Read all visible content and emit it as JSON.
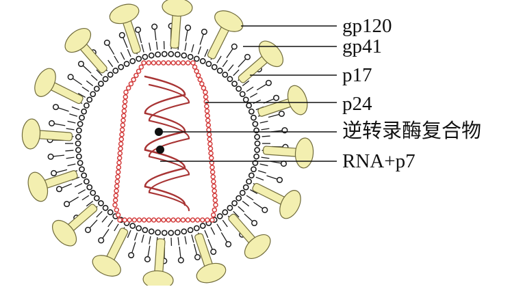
{
  "labels": [
    {
      "key": "gp120",
      "text": "gp120"
    },
    {
      "key": "gp41",
      "text": "gp41"
    },
    {
      "key": "p17",
      "text": "p17"
    },
    {
      "key": "p24",
      "text": "p24"
    },
    {
      "key": "rt",
      "text": "逆转录酶复合物"
    },
    {
      "key": "rna",
      "text": "RNA+p7"
    }
  ],
  "colors": {
    "spike_fill": "#f3efb0",
    "spike_stroke": "#6f6a3a",
    "membrane": "#1a1a1a",
    "capsid": "#d23a3a",
    "rna": "#a83434",
    "leader": "#111111"
  }
}
